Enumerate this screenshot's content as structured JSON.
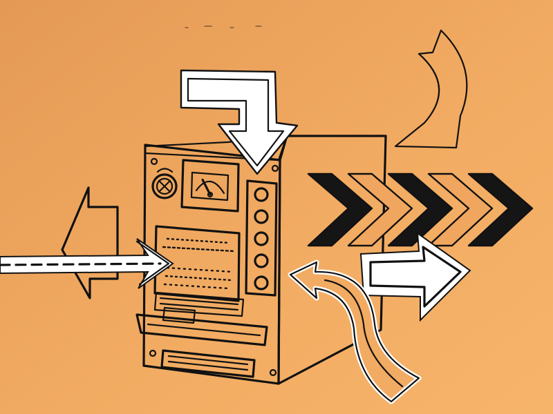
{
  "scene": {
    "subject": "hand-drawn-machine",
    "background": {
      "base": "#f2ab62",
      "light": "#f6b46a",
      "dark": "#e49a55"
    },
    "colors": {
      "ink": "#111111",
      "paper": "#ffffff",
      "panel": "#f0a65f",
      "side": "#eca35c"
    },
    "icons": [
      "machine-body-icon",
      "gauge-icon",
      "knob-icon",
      "display-panel-icon",
      "chevron-arrow-icon",
      "curved-arrow-icon",
      "bent-arrow-icon",
      "dashed-arrow-icon",
      "hatched-double-arrow-icon"
    ],
    "gauge_reading": 0.35,
    "button_count": 5,
    "chevron_count": 5
  }
}
